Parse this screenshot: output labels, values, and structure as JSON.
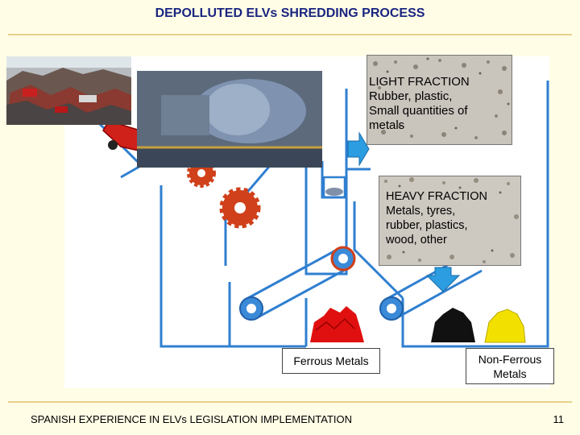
{
  "slide": {
    "title": "DEPOLLUTED ELVs SHREDDING PROCESS",
    "footer": "SPANISH EXPERIENCE IN ELVs LEGISLATION IMPLEMENTATION",
    "page_number": "11"
  },
  "diagram": {
    "light_fraction": {
      "heading": "LIGHT FRACTION",
      "line1": "Rubber, plastic,",
      "line2": "Small quantities of",
      "line3": "metals"
    },
    "heavy_fraction": {
      "heading": "HEAVY FRACTION",
      "line1": "Metals, tyres,",
      "line2": "rubber, plastics,",
      "line3": "wood, other"
    },
    "ferrous_label": "Ferrous Metals",
    "nonferrous_label_line1": "Non-Ferrous",
    "nonferrous_label_line2": "Metals",
    "colors": {
      "title": "#1a2580",
      "lines": "#2f7fd0",
      "gears": "#d0401a",
      "ferrous_pile": "#e01010",
      "nonferrous_pile_dark": "#111111",
      "nonferrous_pile_light": "#f2e000",
      "arrow": "#2b9de0"
    },
    "icons": [
      "car-icon",
      "gear-icon",
      "pulley-icon",
      "shredder-photo",
      "scrap-photo",
      "flow-arrow-icon"
    ]
  }
}
